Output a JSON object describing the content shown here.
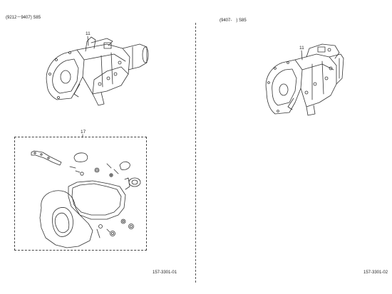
{
  "left_panel": {
    "range_label": "(9212－9407) S85",
    "callout_transmission": "11",
    "callout_gasket_kit": "17",
    "figure_code": "157-3301-01"
  },
  "right_panel": {
    "range_label": "(9407-　) S85",
    "callout_transmission": "11",
    "figure_code": "157-3301-02"
  }
}
